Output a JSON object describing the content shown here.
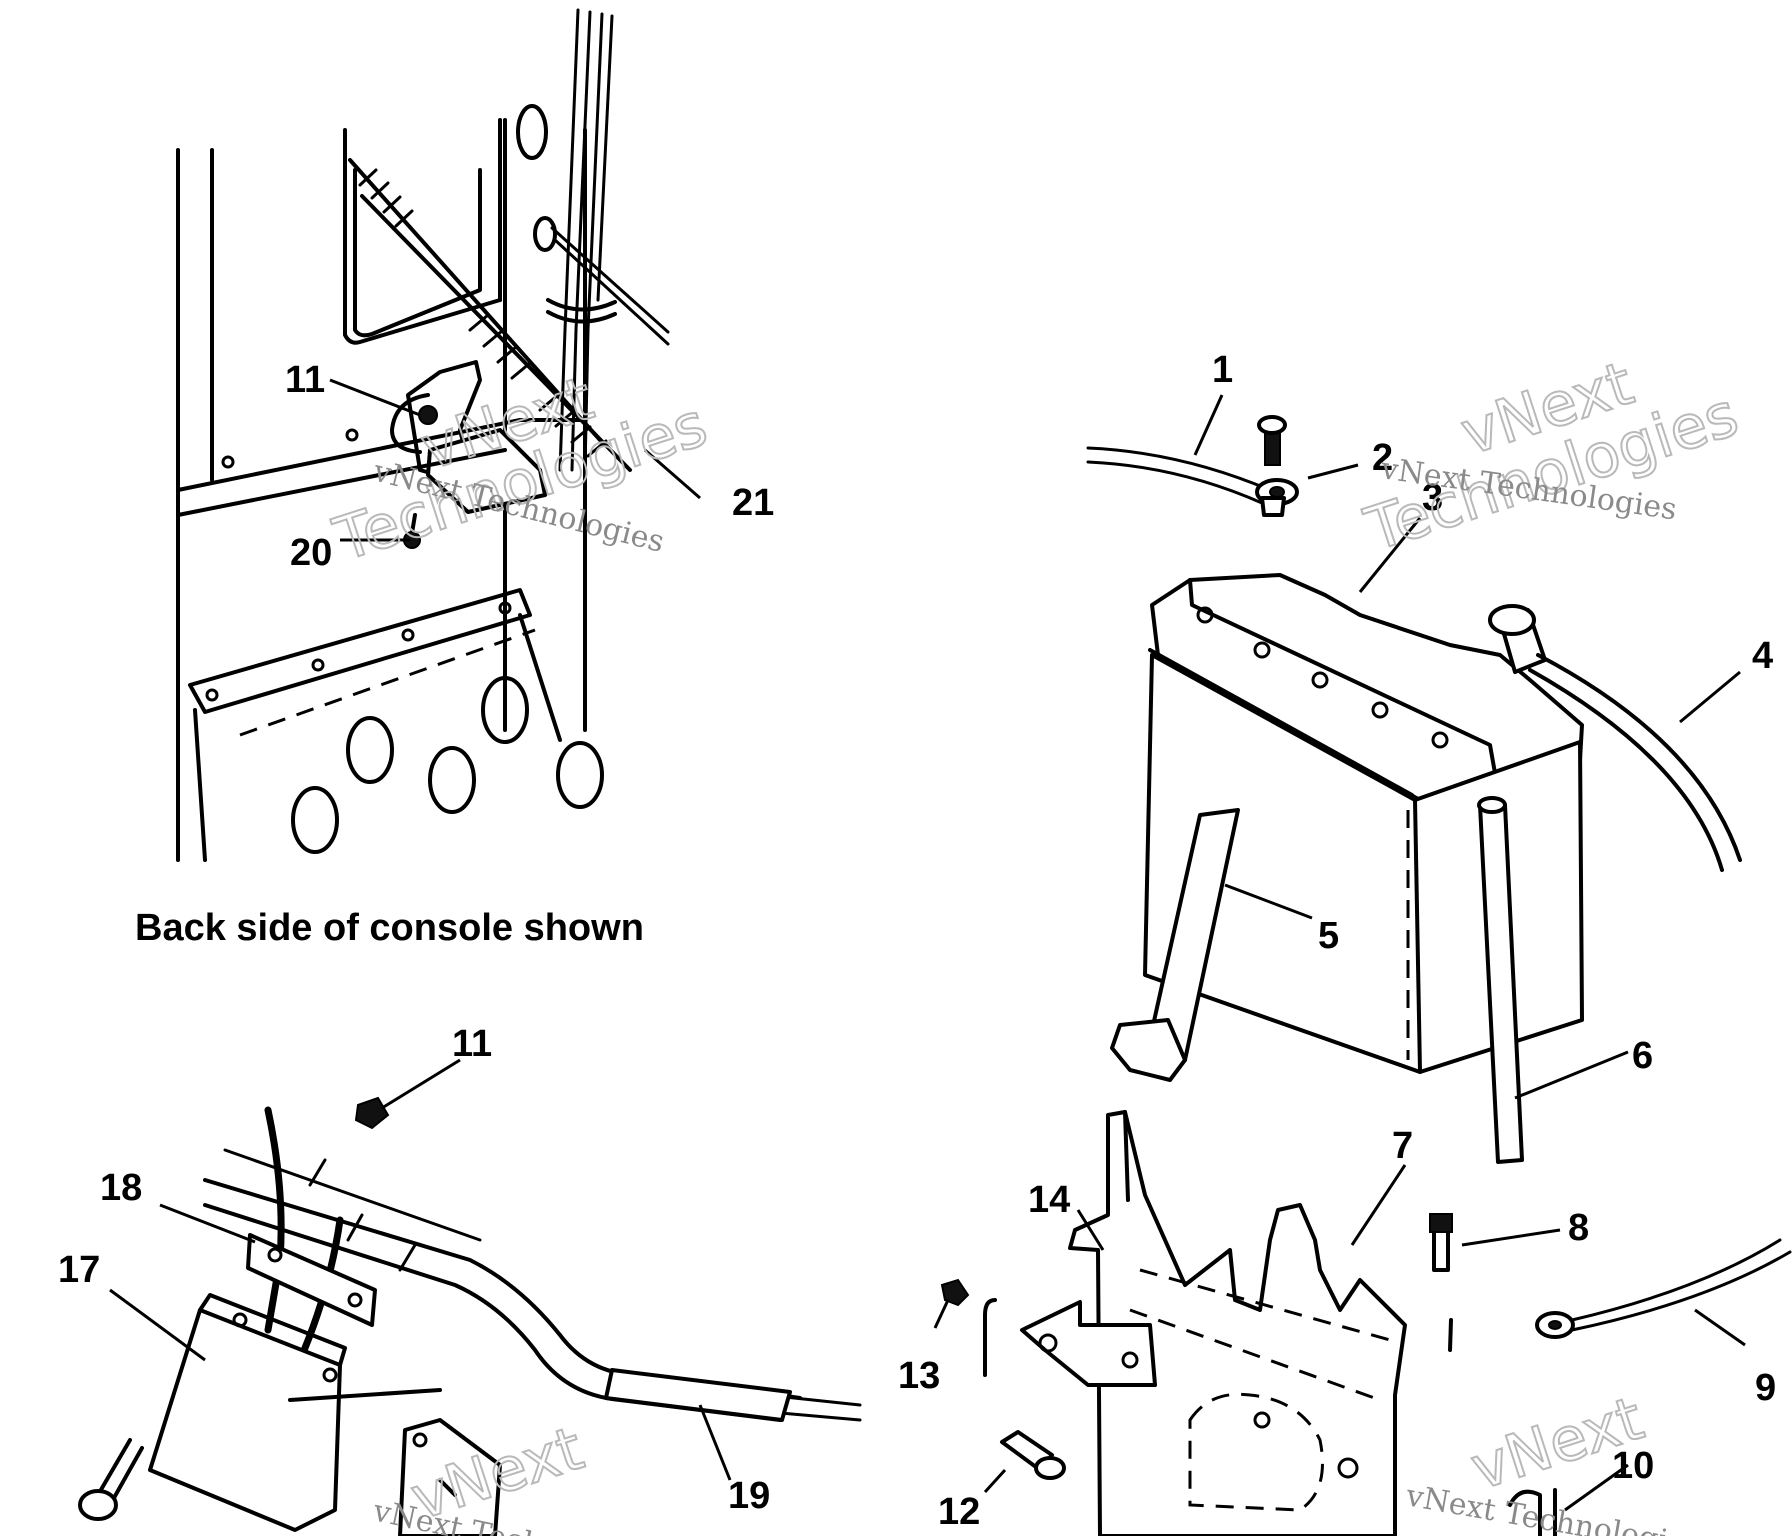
{
  "caption": "Back side of console shown",
  "watermark": {
    "brand": "vNext",
    "word": "Technologies",
    "full": "vNext Technologies"
  },
  "callouts": [
    {
      "id": "c1",
      "label": "1"
    },
    {
      "id": "c2",
      "label": "2"
    },
    {
      "id": "c3",
      "label": "3"
    },
    {
      "id": "c4",
      "label": "4"
    },
    {
      "id": "c5",
      "label": "5"
    },
    {
      "id": "c6",
      "label": "6"
    },
    {
      "id": "c7",
      "label": "7"
    },
    {
      "id": "c8",
      "label": "8"
    },
    {
      "id": "c9",
      "label": "9"
    },
    {
      "id": "c10",
      "label": "10"
    },
    {
      "id": "c11a",
      "label": "11"
    },
    {
      "id": "c11b",
      "label": "11"
    },
    {
      "id": "c12",
      "label": "12"
    },
    {
      "id": "c13",
      "label": "13"
    },
    {
      "id": "c14",
      "label": "14"
    },
    {
      "id": "c17",
      "label": "17"
    },
    {
      "id": "c18",
      "label": "18"
    },
    {
      "id": "c19",
      "label": "19"
    },
    {
      "id": "c20",
      "label": "20"
    },
    {
      "id": "c21",
      "label": "21"
    }
  ]
}
